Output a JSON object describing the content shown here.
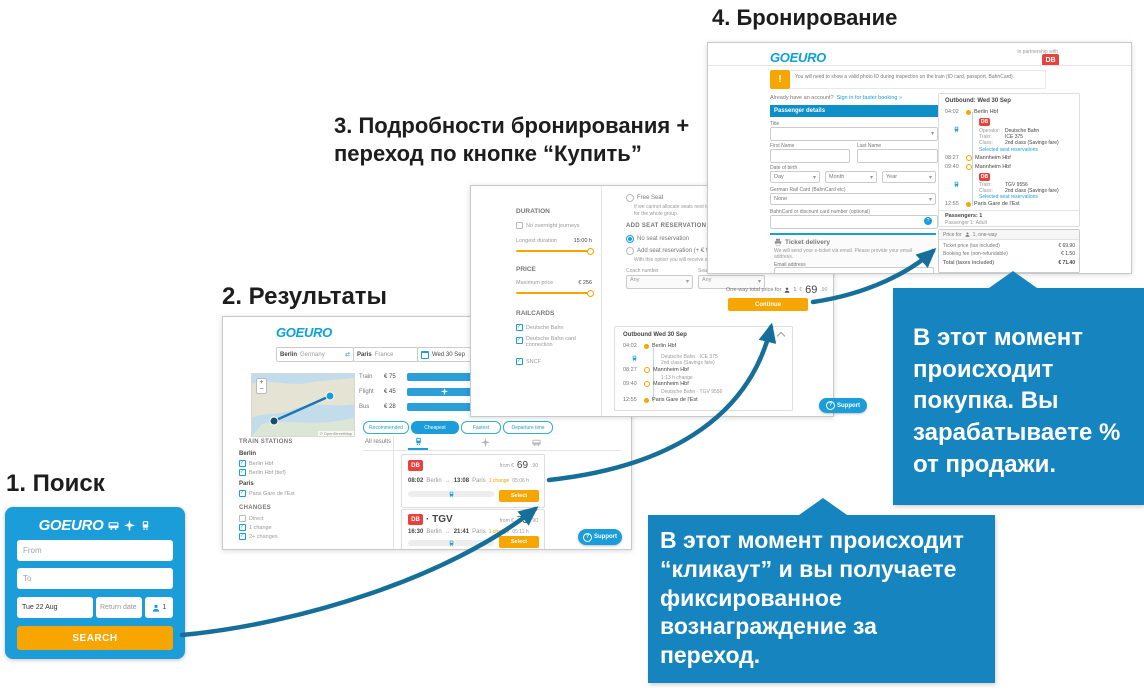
{
  "titles": {
    "step1": "1. Поиск",
    "step2": "2. Результаты",
    "step3": "3. Подробности бронирования + переход по кнопке “Купить”",
    "step4": "4. Бронирование"
  },
  "colors": {
    "brand_blue": "#1b9dd9",
    "logo_blue": "#0ba1dc",
    "orange": "#f7a600",
    "callout_blue": "#1584bf",
    "arrow_blue": "#156f99",
    "db_red": "#e8423e"
  },
  "search_widget": {
    "logo": "GOEURO",
    "from_placeholder": "From",
    "to_placeholder": "To",
    "depart_date": "Tue 22 Aug",
    "return_placeholder": "Return date",
    "passenger_count": "1",
    "search_button": "SEARCH"
  },
  "results_page": {
    "logo": "GOEURO",
    "search_from": "Berlin",
    "search_from_hint": "Germany",
    "search_to": "Paris",
    "search_to_hint": "France",
    "search_date": "Wed 30 Sep",
    "map_attribution": "© OpenStreetMap",
    "modes": [
      {
        "label": "Train",
        "price": "€ 75"
      },
      {
        "label": "Flight",
        "price": "€ 45"
      },
      {
        "label": "Bus",
        "price": "€ 28"
      }
    ],
    "sort_tabs": [
      {
        "label": "Recommended"
      },
      {
        "label": "Cheapest"
      },
      {
        "label": "Fastest"
      },
      {
        "label": "Departure time"
      }
    ],
    "all_results_label": "All results",
    "filters": {
      "stations_header": "TRAIN STATIONS",
      "city1": "Berlin",
      "city1_options": [
        "Berlin Hbf",
        "Berlin Hbf (tief)"
      ],
      "city2": "Paris",
      "city2_options": [
        "Paris Gare de l'Est"
      ],
      "changes_header": "CHANGES",
      "changes": [
        "Direct",
        "1 change",
        "2+ changes"
      ]
    },
    "results": [
      {
        "operator": "DB",
        "extra": "",
        "depart": "08:02",
        "from": "Berlin",
        "arrow": "→",
        "arrive": "13:08",
        "to": "Paris",
        "changes": "1 change",
        "duration": "05:06 h",
        "from_word": "from €",
        "price": "69",
        "cents": ".90",
        "select": "Select"
      },
      {
        "operator": "DB",
        "extra": "· TGV",
        "depart": "16:30",
        "from": "Berlin",
        "arrow": "→",
        "arrive": "21:41",
        "to": "Paris",
        "changes": "1 change",
        "duration": "05:11 h",
        "from_word": "from €",
        "price": "73",
        "cents": ".90",
        "select": "Select"
      }
    ],
    "support": "Support"
  },
  "details_page": {
    "duration_header": "DURATION",
    "overnight_option": "No overnight journeys",
    "longest_label": "Longest duration",
    "longest_value": "15:00 h",
    "price_header": "PRICE",
    "max_price_label": "Maximum price",
    "max_price_value": "€ 256",
    "railcards_header": "RAILCARDS",
    "railcards": [
      "Deutsche Bahn",
      "Deutsche Bahn card connection",
      "SNCF"
    ],
    "free_seat": "Free Seat",
    "free_seat_note": "If we cannot allocate seats next to each other we will refund the reservation fee for the whole group.",
    "add_seat_header": "ADD SEAT RESERVATION",
    "no_reservation": "No seat reservation",
    "add_reservation": "Add seat reservation (+ € 9.00)",
    "add_note": "With this option you will receive a seat number together with your ticket.",
    "coach_label": "Coach number",
    "seat_label": "Seat number",
    "coach_value": "Any",
    "seat_value": "Any",
    "total_label": "One-way total price for",
    "total_count": "1",
    "total_currency": "€",
    "total_price": "69",
    "total_cents": ".90",
    "buy_button": "Continue",
    "support": "Support"
  },
  "journey": {
    "db_logo": "DB",
    "outbound_header": "Outbound Wed 30 Sep",
    "outbound_header_booking": "Outbound: Wed 30 Sep",
    "stops": [
      {
        "time": "04:02",
        "station": "Berlin Hbf"
      },
      {
        "time": "08:27",
        "station": "Mannheim Hbf"
      },
      {
        "time": "09:40",
        "station": "Mannheim Hbf"
      },
      {
        "time": "12:55",
        "station": "Paris Gare de l'Est"
      }
    ],
    "change_note": "1:13 h change",
    "operator_label": "Operator:",
    "train_label": "Train:",
    "class_label": "Class:",
    "leg1": {
      "operator": "Deutsche Bahn",
      "train": "ICE 375",
      "class": "2nd class (Savings fare)",
      "summary": "Deutsche Bahn · ICE 375"
    },
    "leg2": {
      "operator": "Deutsche Bahn",
      "train": "TGV 9556",
      "class": "2nd class (Savings fare)",
      "summary": "Deutsche Bahn · TGV 9556"
    },
    "seat_link": "Selected seat reservations"
  },
  "booking_page": {
    "logo": "GOEURO",
    "partnership": "in partnership with",
    "partner_logo": "DB",
    "banner": "You will need to show a valid photo ID during inspection on the train (ID card, passport, BahnCard).",
    "signin_prefix": "Already have an account?",
    "signin_link": "Sign in for faster booking »",
    "passenger_header": "Passenger details",
    "title_label": "Title",
    "first_name_label": "First Name",
    "last_name_label": "Last Name",
    "dob_label": "Date of birth",
    "day": "Day",
    "month": "Month",
    "year": "Year",
    "railcard_label": "German Rail Card (BahnCard etc)",
    "railcard_value": "None",
    "bahncard_label": "BahnCard or discount card number (optional)",
    "delivery_header": "Ticket delivery",
    "delivery_note": "We will send your e-ticket via email. Please provide your email address.",
    "email_label": "Email address",
    "passengers_header": "Passengers: 1",
    "passenger_line": "Passenger 1: Adult",
    "price_header_prefix": "Price for",
    "price_header_suffix": "1, one-way",
    "price_rows": [
      {
        "label": "Ticket price (tax included)",
        "value": "€ 69.90"
      },
      {
        "label": "Booking fee (non-refundable)",
        "value": "€ 1.50"
      },
      {
        "label": "Total (taxes included)",
        "value": "€ 71.40"
      }
    ]
  },
  "callouts": {
    "clickout": "В этот момент происходит “кликаут” и вы получаете фиксированное вознаграждение за переход.",
    "sale": "В этот момент происходит покупка. Вы зарабатываете % от продажи."
  }
}
